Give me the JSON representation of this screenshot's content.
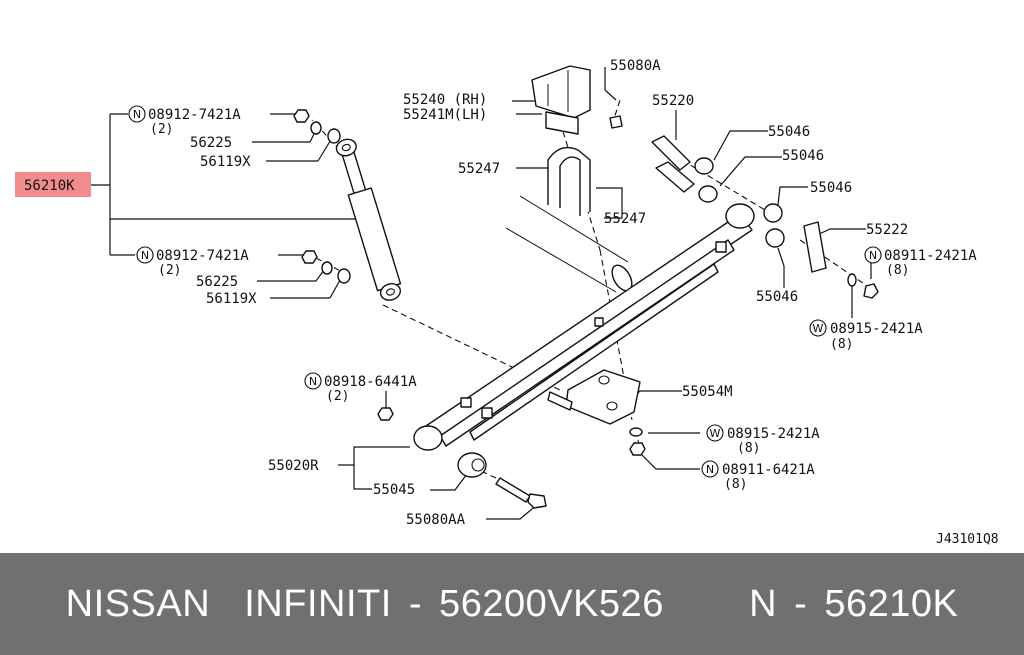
{
  "highlight_color": "#f28b8b",
  "footer": {
    "text": "NISSAN  INFINITI - 56200VK526     N - 56210K",
    "background": "#707070"
  },
  "diagram_code": "J43101Q8",
  "labels": {
    "shock_absorber": "56210K",
    "nut_top": "08912-7421A",
    "nut_top_qty": "(2)",
    "nut_bottom": "08912-7421A",
    "nut_bottom_qty": "(2)",
    "washer_top": "56225",
    "washer_bottom": "56225",
    "bushing_top": "56119X",
    "bushing_bottom": "56119X",
    "bumper_rh": "55240 (RH)",
    "bumper_lh": "55241M(LH)",
    "bolt_bumper": "55080A",
    "pin": "55220",
    "ubolt_left": "55247",
    "ubolt_right": "55247",
    "bush_1": "55046",
    "bush_2": "55046",
    "bush_3": "55046",
    "bush_4": "55046",
    "shackle": "55222",
    "nut_shackle": "08911-2421A",
    "nut_shackle_qty": "(8)",
    "washer_shackle": "08915-2421A",
    "washer_shackle_qty": "(8)",
    "nut_front": "08918-6441A",
    "nut_front_qty": "(2)",
    "spring": "55020R",
    "spring_bush": "55045",
    "plate": "55054M",
    "washer_plate": "08915-2421A",
    "washer_plate_qty": "(8)",
    "nut_plate": "08911-6421A",
    "nut_plate_qty": "(8)",
    "bolt_front": "55080AA"
  },
  "prefix_symbols": {
    "nut": "N",
    "washer": "W"
  }
}
